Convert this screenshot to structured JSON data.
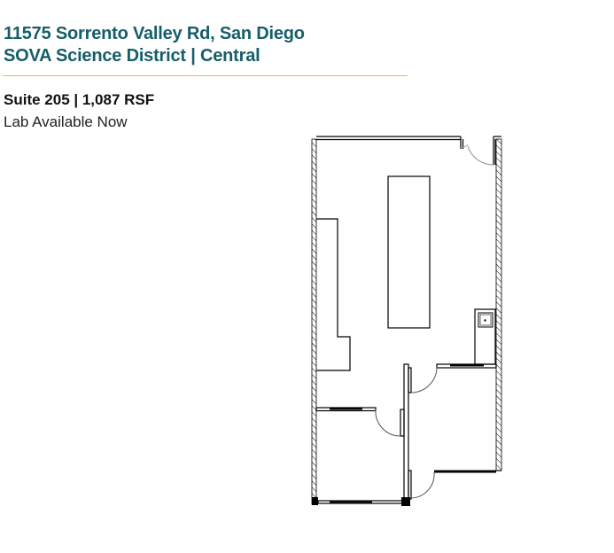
{
  "header": {
    "address": "11575 Sorrento Valley Rd, San Diego",
    "district": "SOVA Science District | Central"
  },
  "suite": {
    "label": "Suite 205 | 1,087 RSF",
    "availability": "Lab Available Now"
  },
  "colors": {
    "title": "#155e6a",
    "divider": "#e8b84a",
    "wall": "#000000",
    "door_swing": "#8a8a8a"
  },
  "floor_plan": {
    "name": "Suite 205 floor plan",
    "rooms": [
      "open lab",
      "office left",
      "office right"
    ],
    "fixtures": [
      "lab bench island",
      "perimeter bench",
      "sink"
    ]
  }
}
